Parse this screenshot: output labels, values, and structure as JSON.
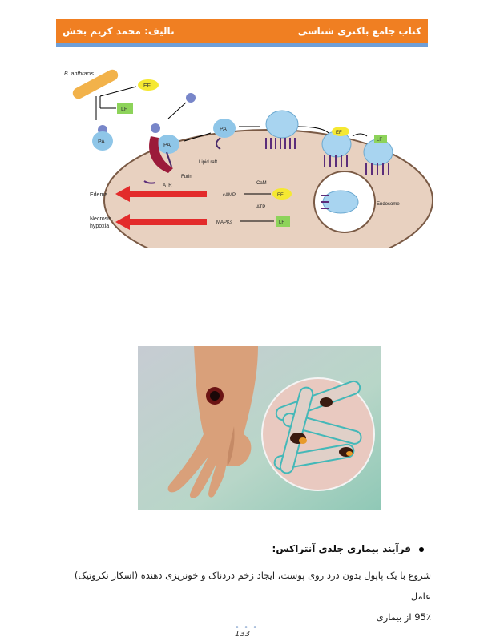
{
  "header": {
    "right_title": "کتاب جامع باکتری شناسی",
    "left_author": "تالیف: محمد کریم بخش"
  },
  "figure": {
    "organism": "B. anthracis",
    "ef": "EF",
    "lf": "LF",
    "pa": "PA",
    "lipid_raft": "Lipid raft",
    "furin": "Furin",
    "atr": "ATR",
    "camp": "cAMP",
    "cam": "CaM",
    "atp": "ATP",
    "mapks": "MAPKs",
    "endosome": "Endosome",
    "edema": "Edema",
    "necrosis1": "Necrosis,",
    "necrosis2": "hypoxia"
  },
  "section": {
    "heading": "فرآیند بیماری جلدی آنتراکس:",
    "body_line1": "شروع با یک پاپول بدون درد روی پوست، ایجاد زخم دردناک و خونریزی دهنده (اسکار نکروتیک) عامل",
    "body_line2": "95٪ از بیماری"
  },
  "footer": {
    "dots": "• • •",
    "page_number": "133"
  }
}
